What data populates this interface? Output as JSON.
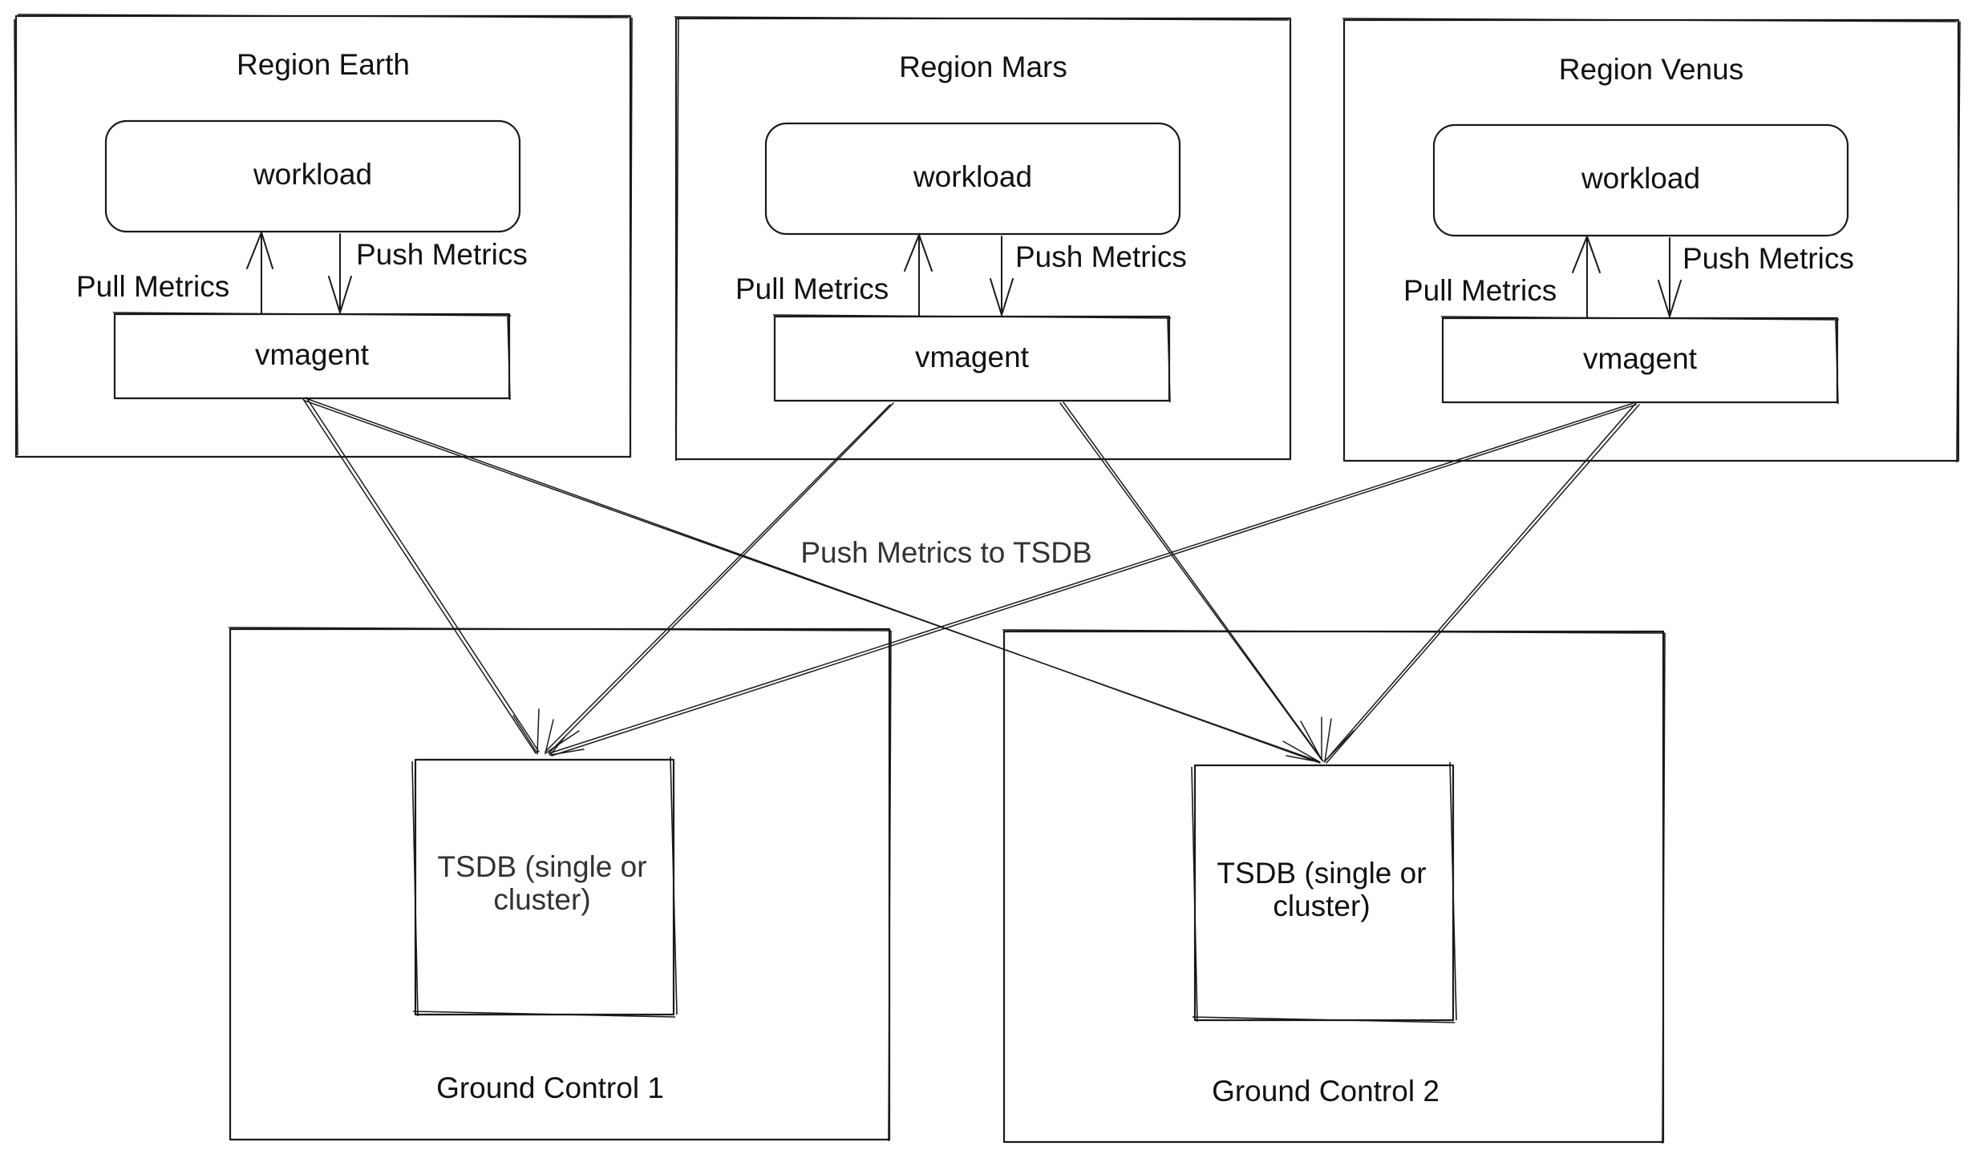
{
  "regions": [
    {
      "title": "Region Earth",
      "workload": "workload",
      "agent": "vmagent",
      "pull": "Pull Metrics",
      "push": "Push Metrics"
    },
    {
      "title": "Region Mars",
      "workload": "workload",
      "agent": "vmagent",
      "pull": "Pull Metrics",
      "push": "Push Metrics"
    },
    {
      "title": "Region Venus",
      "workload": "workload",
      "agent": "vmagent",
      "pull": "Pull Metrics",
      "push": "Push Metrics"
    }
  ],
  "edge_label": "Push Metrics to TSDB",
  "ground": [
    {
      "title": "Ground Control 1",
      "tsdb_line1": "TSDB (single or",
      "tsdb_line2": "cluster)"
    },
    {
      "title": "Ground Control 2",
      "tsdb_line1": "TSDB (single or",
      "tsdb_line2": "cluster)"
    }
  ]
}
